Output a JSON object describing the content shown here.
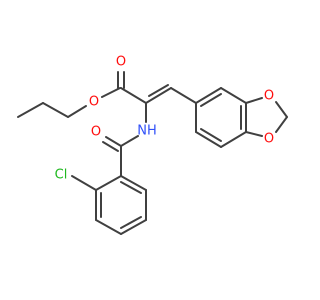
{
  "molecule": {
    "atom_labels": {
      "carbonyl_o_ester": "O",
      "ester_o": "O",
      "amide_o": "O",
      "amide_nh": "NH",
      "chlorine": "Cl",
      "dioxole_o_top": "O",
      "dioxole_o_bottom": "O"
    },
    "colors": {
      "bond": "#404040",
      "oxygen": "#ff0d0d",
      "nitrogen": "#3050f8",
      "chlorine": "#1fb81f",
      "background": "#ffffff"
    }
  }
}
